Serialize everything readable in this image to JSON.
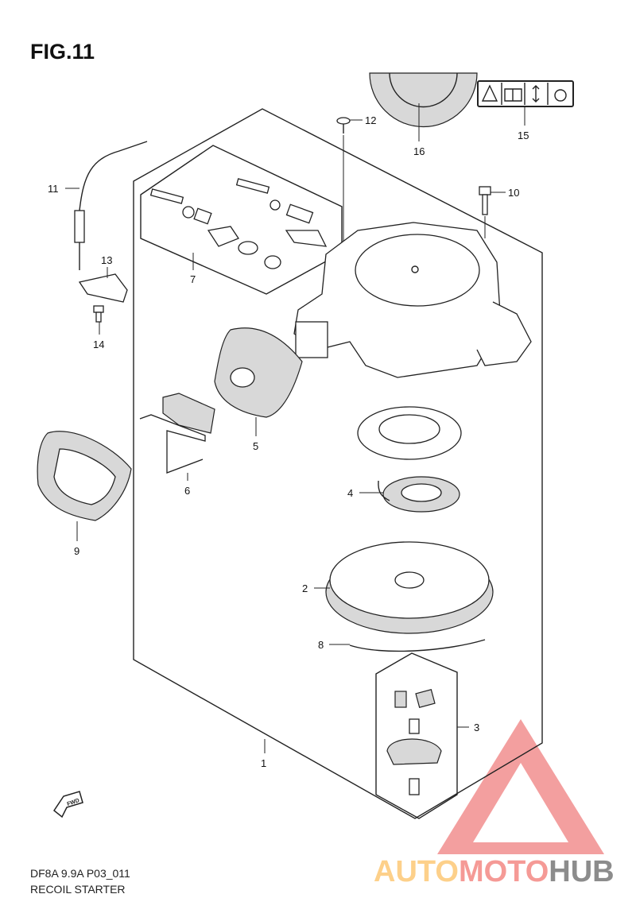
{
  "figure": {
    "title": "FIG.11"
  },
  "footer": {
    "model": "DF8A 9.9A P03_011",
    "section": "RECOIL STARTER"
  },
  "watermark": {
    "part1": "AUTO",
    "part2": "MOTO",
    "part3": "HUB",
    "colors": {
      "auto": "#fdd08a",
      "moto": "#f59a96",
      "hub": "#8c8c8c",
      "triangle": "#f08080"
    }
  },
  "fwd_label": "FWD",
  "callouts": [
    {
      "id": "1",
      "label": "1"
    },
    {
      "id": "2",
      "label": "2"
    },
    {
      "id": "3",
      "label": "3"
    },
    {
      "id": "4",
      "label": "4"
    },
    {
      "id": "5",
      "label": "5"
    },
    {
      "id": "6",
      "label": "6"
    },
    {
      "id": "7",
      "label": "7"
    },
    {
      "id": "8",
      "label": "8"
    },
    {
      "id": "9",
      "label": "9"
    },
    {
      "id": "10",
      "label": "10"
    },
    {
      "id": "11",
      "label": "11"
    },
    {
      "id": "12",
      "label": "12"
    },
    {
      "id": "13",
      "label": "13"
    },
    {
      "id": "14",
      "label": "14"
    },
    {
      "id": "15",
      "label": "15"
    },
    {
      "id": "16",
      "label": "16"
    }
  ],
  "label_icons": [
    "warning-icon",
    "manual-book-icon",
    "arrows-updown-icon",
    "rotation-icon"
  ]
}
